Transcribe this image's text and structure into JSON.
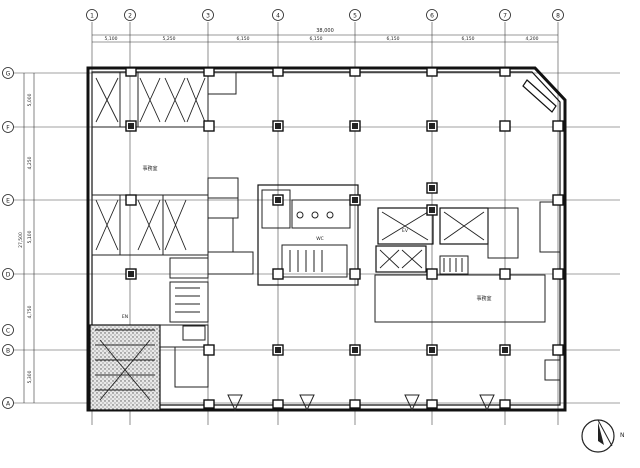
{
  "drawing": {
    "top_grid_labels": [
      "1",
      "2",
      "3",
      "4",
      "5",
      "6",
      "7",
      "8"
    ],
    "left_grid_labels": [
      "G",
      "F",
      "E",
      "D",
      "C",
      "B",
      "A"
    ],
    "overall_dimension": "38,000",
    "span_dimensions": [
      "5,100",
      "5,250",
      "6,150",
      "6,150",
      "6,150",
      "6,150",
      "4,200"
    ],
    "left_dimensions": [
      "5,000",
      "4,250",
      "5,100",
      "4,750",
      "5,300"
    ],
    "left_overall_dimension": "27,500",
    "room_labels": [
      {
        "id": "nw",
        "text": "事務室"
      },
      {
        "id": "wc",
        "text": "WC"
      },
      {
        "id": "ev",
        "text": "EV"
      },
      {
        "id": "office",
        "text": "事務室"
      },
      {
        "id": "entrance",
        "text": "EN"
      }
    ],
    "north_label": "N"
  }
}
